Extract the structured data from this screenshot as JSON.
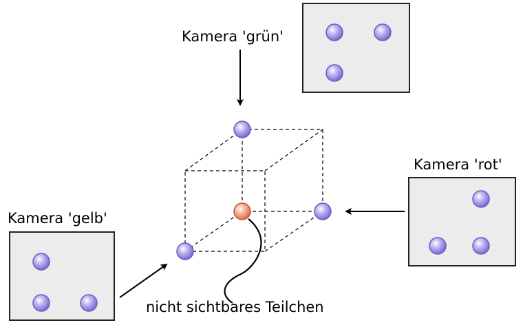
{
  "labels": {
    "camera_green": "Kamera 'grün'",
    "camera_red": "Kamera 'rot'",
    "camera_yellow": "Kamera 'gelb'",
    "hidden_particle": "nicht sichtbares Teilchen"
  },
  "colors": {
    "particle": "#9a8ee0",
    "particle_edge": "#6a5cc4",
    "hidden_particle": "#f4a07e",
    "hidden_particle_edge": "#c2553a",
    "panel_fill": "#ececec",
    "panel_stroke": "#222222",
    "line": "#000000"
  }
}
